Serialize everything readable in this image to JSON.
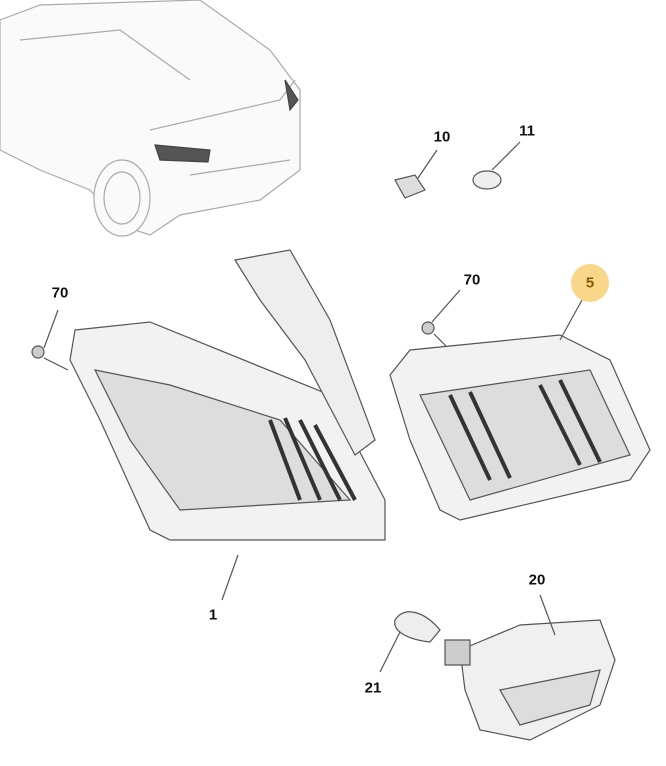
{
  "diagram": {
    "highlight_color": "#f8d68a",
    "callouts": [
      {
        "id": "10",
        "label": "10"
      },
      {
        "id": "11",
        "label": "11"
      },
      {
        "id": "70a",
        "label": "70"
      },
      {
        "id": "70b",
        "label": "70"
      },
      {
        "id": "5",
        "label": "5",
        "highlighted": true
      },
      {
        "id": "1",
        "label": "1"
      },
      {
        "id": "20",
        "label": "20"
      },
      {
        "id": "21",
        "label": "21"
      }
    ]
  }
}
